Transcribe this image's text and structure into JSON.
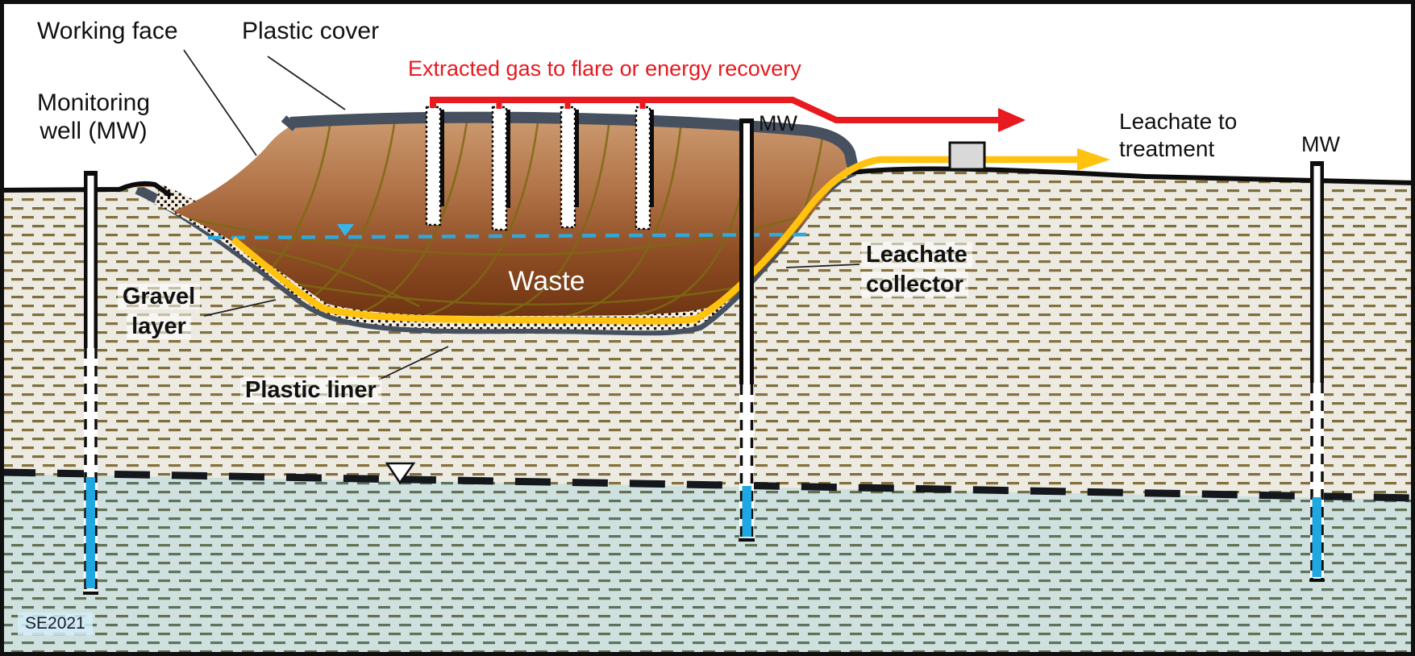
{
  "diagram": {
    "type": "landfill-cross-section",
    "labels": {
      "working_face": "Working face",
      "plastic_cover": "Plastic cover",
      "monitoring_well_line1": "Monitoring",
      "monitoring_well_line2": "well (MW)",
      "extracted_gas": "Extracted gas to flare or energy recovery",
      "mw_center": "MW",
      "mw_right": "MW",
      "waste": "Waste",
      "gravel_layer_line1": "Gravel",
      "gravel_layer_line2": "layer",
      "plastic_liner": "Plastic liner",
      "leachate_collector_line1": "Leachate",
      "leachate_collector_line2": "collector",
      "leachate_treatment_line1": "Leachate to",
      "leachate_treatment_line2": "treatment",
      "watermark": "SE2021"
    },
    "colors": {
      "gas_line_red": "#e8191f",
      "leachate_pipe_yellow": "#ffc20e",
      "liner_slate": "#46505f",
      "waste_top": "#cd9b70",
      "waste_bottom": "#6f3512",
      "leachate_level_cyan": "#2fa8dc",
      "well_screen_blue": "#1ea7e0",
      "soil_dash": "#86713d",
      "soil_bg": "#edeae2",
      "groundwater_bg": "#cfe1de",
      "groundwater_dash": "#5d7260",
      "pump_box_gray": "#d9d9d9",
      "waste_layer_lines_olive": "#7d6a12"
    },
    "counts": {
      "gas_wells": 4,
      "monitoring_wells": 3
    }
  }
}
